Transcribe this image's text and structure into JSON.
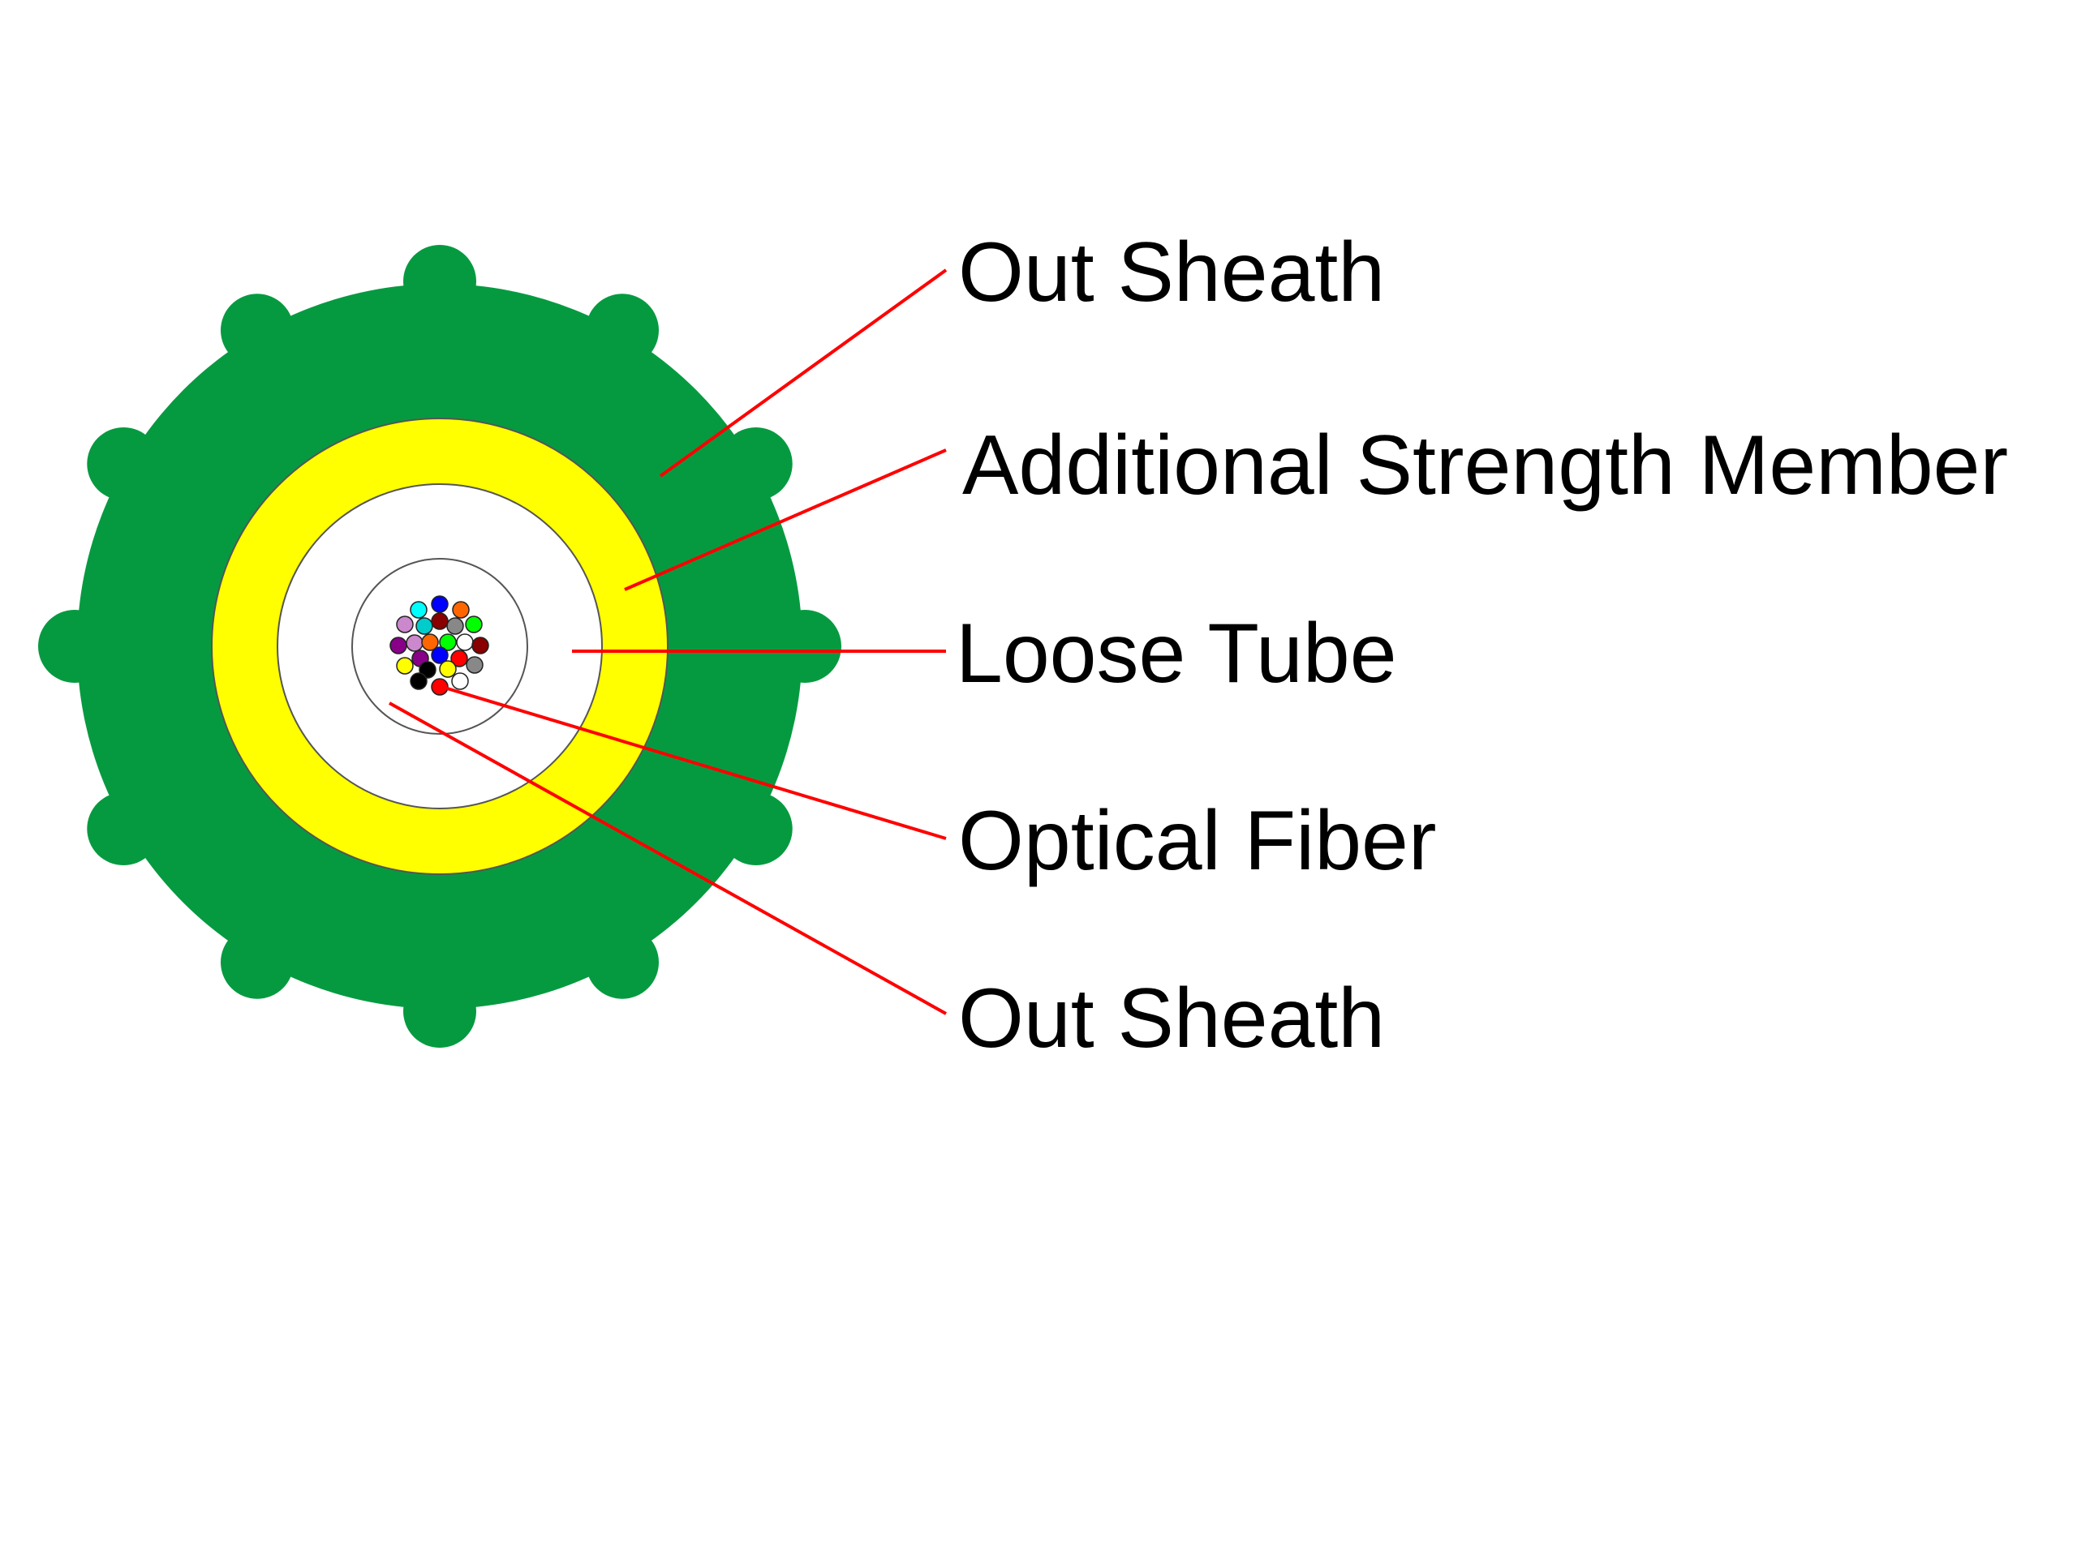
{
  "labels": [
    "Out Sheath",
    "Additional Strength Member",
    "Loose Tube",
    "Optical Fiber",
    "Out Sheath"
  ],
  "colors": {
    "outer_sheath": "#069A40",
    "strength_member": "#FFFF00",
    "loose_tube": "#FFFFFF",
    "leader_lines": "#FF0000",
    "outline": "#555555"
  },
  "fiber_colors": [
    "#00FFFF",
    "#0000FF",
    "#FF6600",
    "#CC88CC",
    "#00CCCC",
    "#880000",
    "#888888",
    "#00FF00",
    "#880088",
    "#CC88CC",
    "#FF6600",
    "#00FF00",
    "#FFFFFF",
    "#880000",
    "#FFFF00",
    "#880088",
    "#0000FF",
    "#FF0000",
    "#888888",
    "#000000",
    "#FFFF00",
    "#000000",
    "#FF0000",
    "#FFFFFF"
  ]
}
